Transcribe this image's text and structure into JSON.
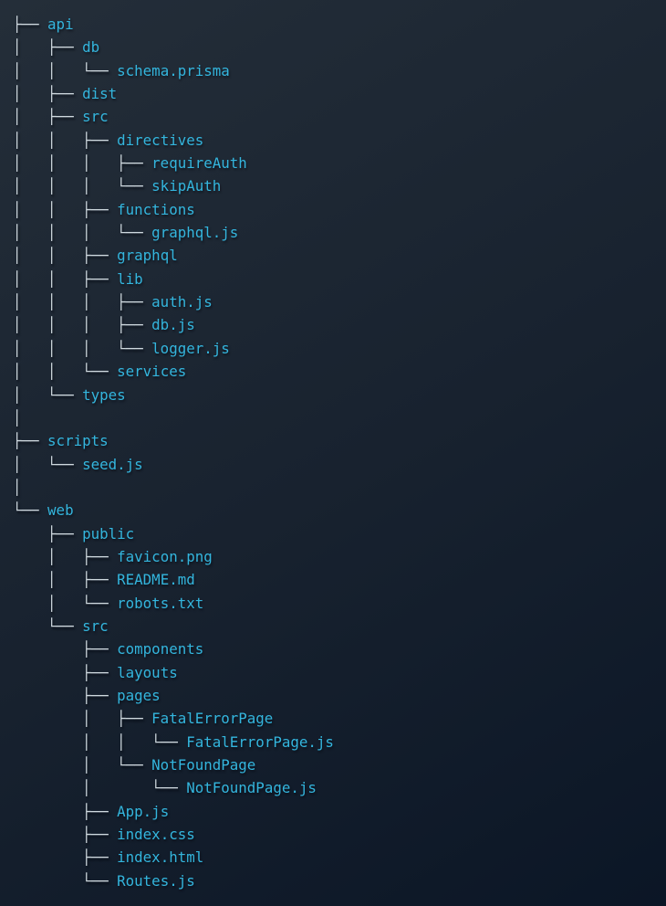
{
  "app": {
    "kind": "terminal-file-tree-output",
    "description": "Directory tree listing rendered with box-drawing characters"
  },
  "colors": {
    "background_gradient_start": "#242e39",
    "background_gradient_mid": "#18222f",
    "background_gradient_end": "#0b1626",
    "tree_line_color": "#cfd9df",
    "node_text_color": "#34b6de"
  },
  "tree": {
    "lines": [
      {
        "prefix": "├── ",
        "name": "api"
      },
      {
        "prefix": "│   ├── ",
        "name": "db"
      },
      {
        "prefix": "│   │   └── ",
        "name": "schema.prisma"
      },
      {
        "prefix": "│   ├── ",
        "name": "dist"
      },
      {
        "prefix": "│   ├── ",
        "name": "src"
      },
      {
        "prefix": "│   │   ├── ",
        "name": "directives"
      },
      {
        "prefix": "│   │   │   ├── ",
        "name": "requireAuth"
      },
      {
        "prefix": "│   │   │   └── ",
        "name": "skipAuth"
      },
      {
        "prefix": "│   │   ├── ",
        "name": "functions"
      },
      {
        "prefix": "│   │   │   └── ",
        "name": "graphql.js"
      },
      {
        "prefix": "│   │   ├── ",
        "name": "graphql"
      },
      {
        "prefix": "│   │   ├── ",
        "name": "lib"
      },
      {
        "prefix": "│   │   │   ├── ",
        "name": "auth.js"
      },
      {
        "prefix": "│   │   │   ├── ",
        "name": "db.js"
      },
      {
        "prefix": "│   │   │   └── ",
        "name": "logger.js"
      },
      {
        "prefix": "│   │   └── ",
        "name": "services"
      },
      {
        "prefix": "│   └── ",
        "name": "types"
      },
      {
        "prefix": "│",
        "name": ""
      },
      {
        "prefix": "├── ",
        "name": "scripts"
      },
      {
        "prefix": "│   └── ",
        "name": "seed.js"
      },
      {
        "prefix": "│",
        "name": ""
      },
      {
        "prefix": "└── ",
        "name": "web"
      },
      {
        "prefix": "    ├── ",
        "name": "public"
      },
      {
        "prefix": "    │   ├── ",
        "name": "favicon.png"
      },
      {
        "prefix": "    │   ├── ",
        "name": "README.md"
      },
      {
        "prefix": "    │   └── ",
        "name": "robots.txt"
      },
      {
        "prefix": "    └── ",
        "name": "src"
      },
      {
        "prefix": "        ├── ",
        "name": "components"
      },
      {
        "prefix": "        ├── ",
        "name": "layouts"
      },
      {
        "prefix": "        ├── ",
        "name": "pages"
      },
      {
        "prefix": "        │   ├── ",
        "name": "FatalErrorPage"
      },
      {
        "prefix": "        │   │   └── ",
        "name": "FatalErrorPage.js"
      },
      {
        "prefix": "        │   └── ",
        "name": "NotFoundPage"
      },
      {
        "prefix": "        │       └── ",
        "name": "NotFoundPage.js"
      },
      {
        "prefix": "        ├── ",
        "name": "App.js"
      },
      {
        "prefix": "        ├── ",
        "name": "index.css"
      },
      {
        "prefix": "        ├── ",
        "name": "index.html"
      },
      {
        "prefix": "        └── ",
        "name": "Routes.js"
      }
    ]
  }
}
